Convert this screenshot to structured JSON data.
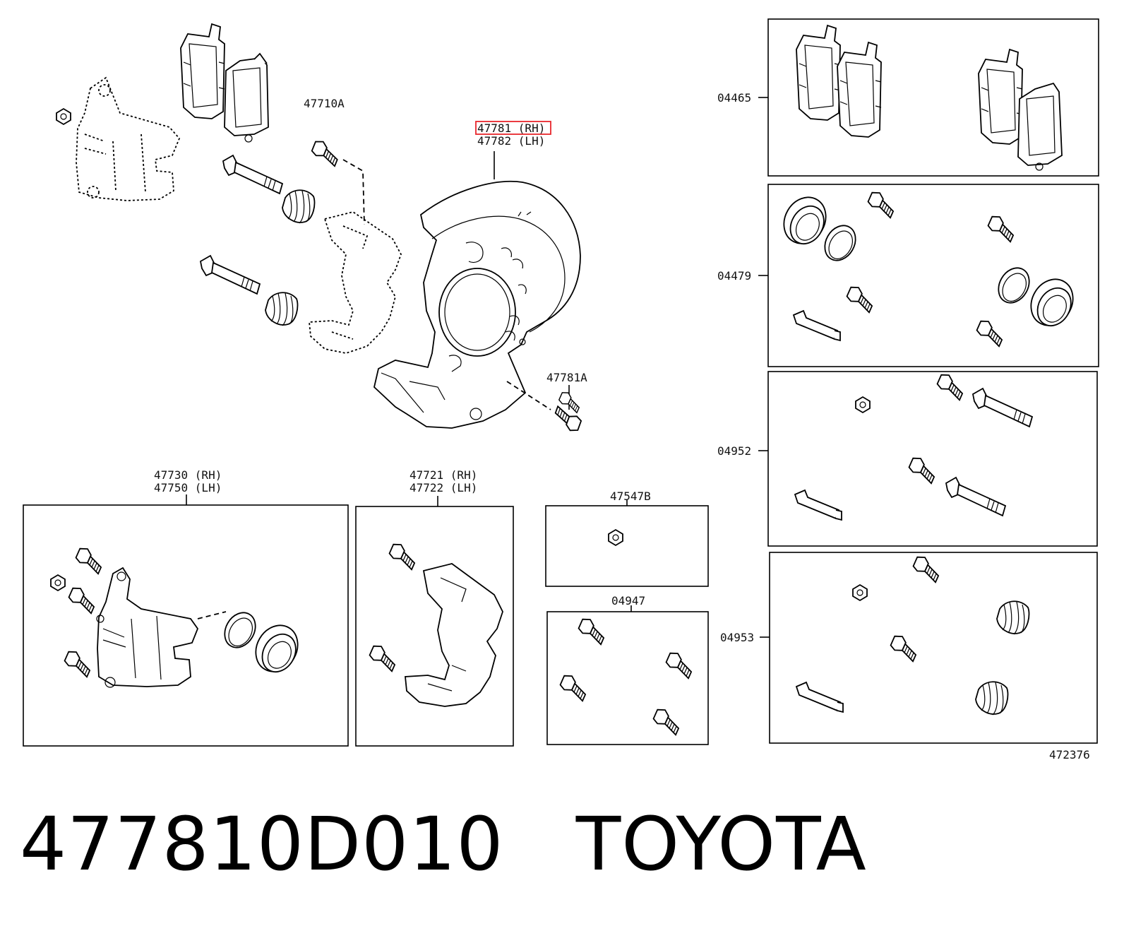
{
  "labels": {
    "l04465": "04465",
    "l04479": "04479",
    "l04952": "04952",
    "l04953": "04953",
    "l47710A": "47710A",
    "l47781rh": "47781 (RH)",
    "l47782lh": "47782 (LH)",
    "l47781A": "47781A",
    "l47730rh": "47730 (RH)",
    "l47750lh": "47750 (LH)",
    "l47721rh": "47721 (RH)",
    "l47722lh": "47722 (LH)",
    "l47547B": "47547B",
    "l04947": "04947",
    "l472376": "472376"
  },
  "caption": "477810D010   TOYOTA",
  "highlight_color": "#e8262c"
}
